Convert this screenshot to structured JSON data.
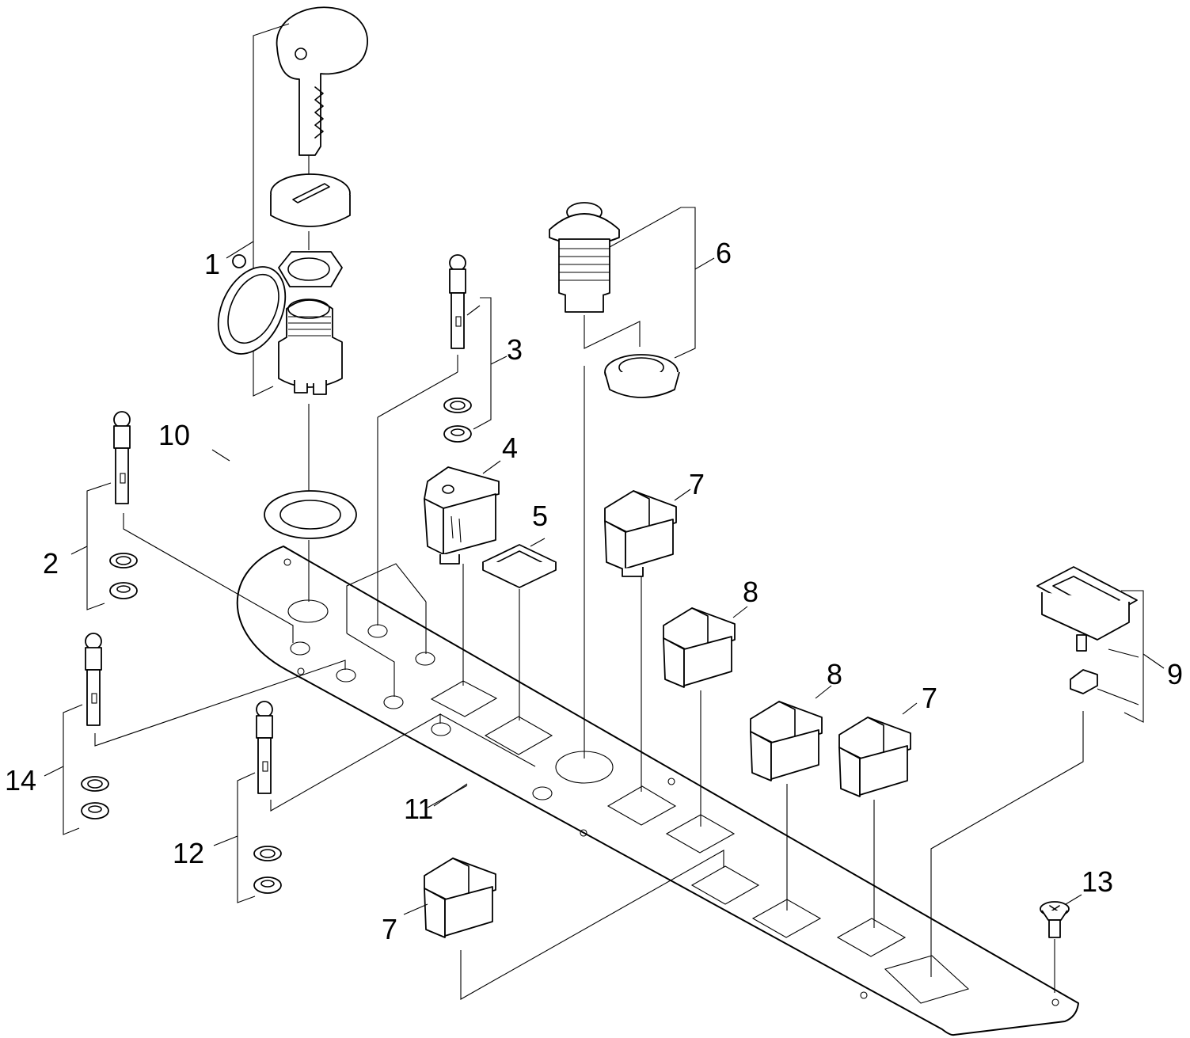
{
  "diagram": {
    "callouts": {
      "c1": "1",
      "c2": "2",
      "c3": "3",
      "c4": "4",
      "c5": "5",
      "c6": "6",
      "c7a": "7",
      "c7b": "7",
      "c7c": "7",
      "c8a": "8",
      "c8b": "8",
      "c9": "9",
      "c10": "10",
      "c11": "11",
      "c12": "12",
      "c13": "13",
      "c14": "14"
    }
  }
}
